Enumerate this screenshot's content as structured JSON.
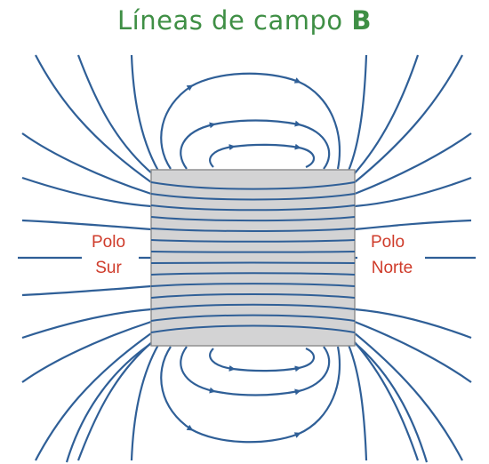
{
  "title": {
    "text": "Líneas de campo",
    "symbol": "B",
    "color": "#3f8f45"
  },
  "south_pole": {
    "line1": "Polo",
    "line2": "Sur"
  },
  "north_pole": {
    "line1": "Polo",
    "line2": "Norte"
  },
  "colors": {
    "field_lines": "#2f5f97",
    "magnet_fill": "#d3d3d4",
    "magnet_border": "#909090",
    "labels": "#cf3b2a"
  }
}
